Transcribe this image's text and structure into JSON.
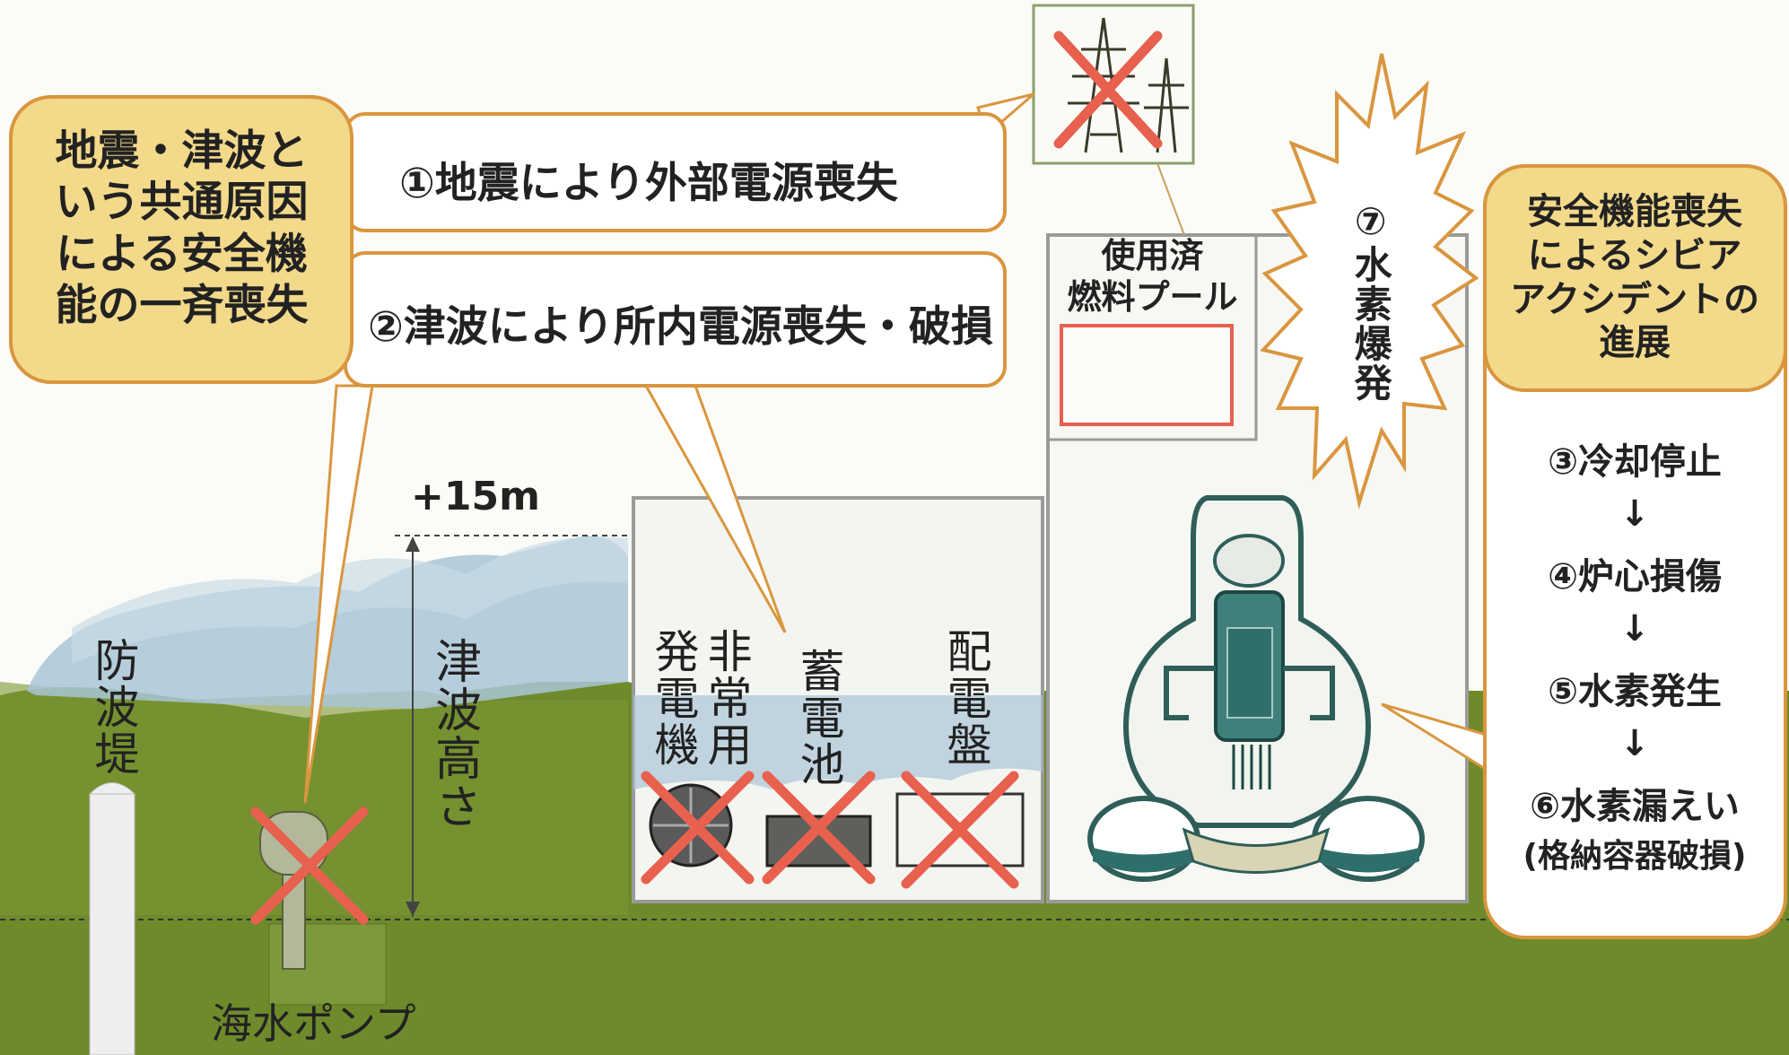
{
  "cause_box": {
    "lines": [
      "地震・津波と",
      "いう共通原因",
      "による安全機",
      "能の一斉喪失"
    ]
  },
  "callouts": {
    "external_power": "①地震により外部電源喪失",
    "internal_power": "②津波により所内電源喪失・破損"
  },
  "progression_box": {
    "title_lines": [
      "安全機能喪失",
      "によるシビア",
      "アクシデントの",
      "進展"
    ],
    "steps": [
      "③冷却停止",
      "④炉心損傷",
      "⑤水素発生",
      "⑥水素漏えい"
    ],
    "step_note": "(格納容器破損)",
    "arrow": "↓"
  },
  "explosion_label": "⑦水素爆発",
  "pool_label_lines": [
    "使用済",
    "燃料プール"
  ],
  "tsunami_height_value": "+15m",
  "tsunami_height_label": "津波高さ",
  "breakwater_label": "防波堤",
  "seawater_pump_label": "海水ポンプ",
  "equipment": {
    "generator": [
      "非常用",
      "発電機"
    ],
    "battery": "蓄電池",
    "switchboard": "配電盤"
  },
  "colors": {
    "orange_border": "#d9963f",
    "cause_fill": "#f3d98a",
    "ground_green": "#6f8a2b",
    "tsunami_blue": "#a9c4d6",
    "cross_red": "#e8604e",
    "reactor_teal": "#2f6f6a"
  }
}
